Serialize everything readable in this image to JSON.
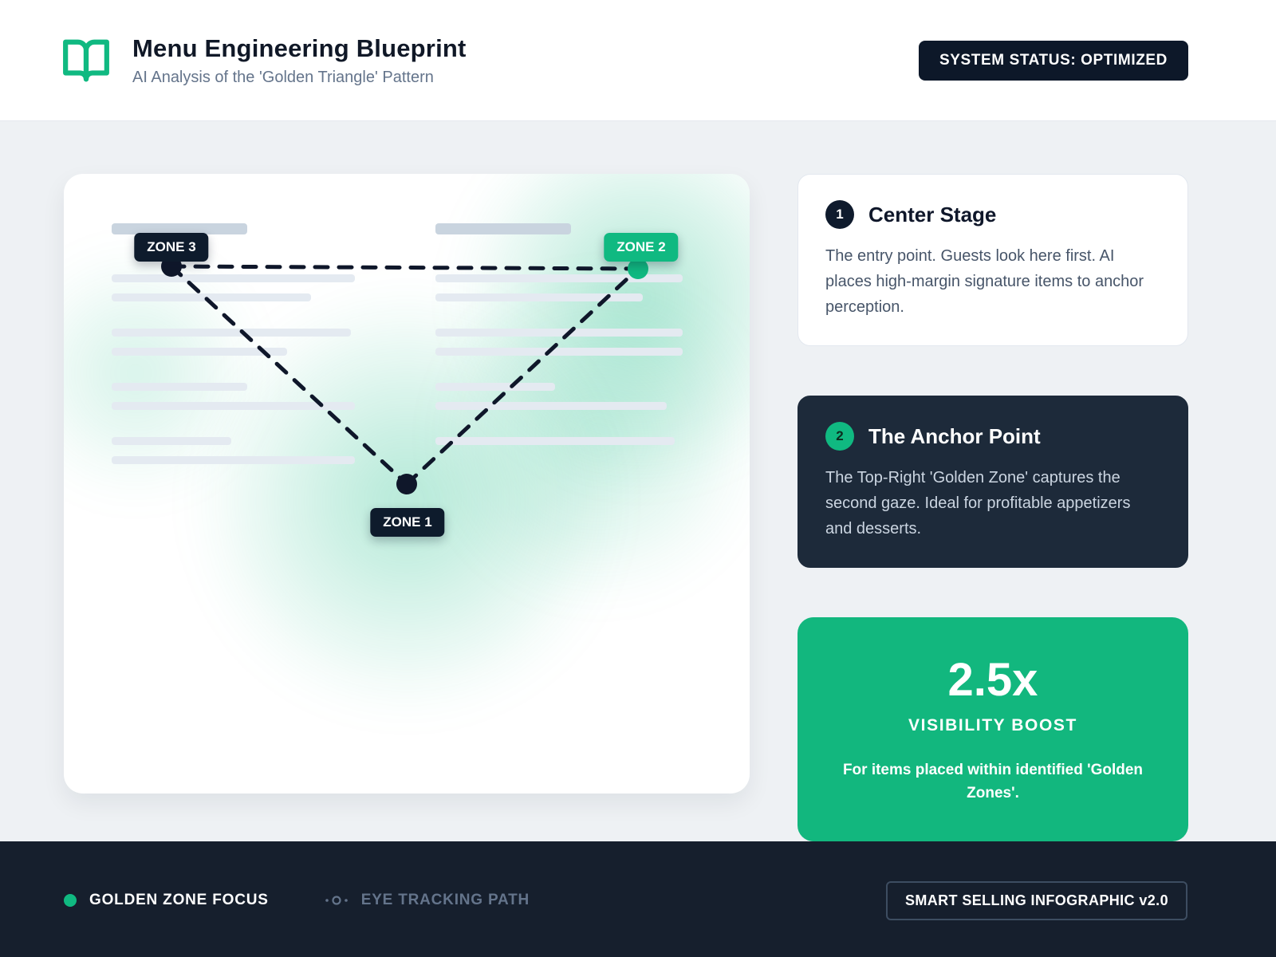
{
  "header": {
    "logo_icon": "open-book-icon",
    "title": "Menu Engineering Blueprint",
    "subtitle": "AI Analysis of the 'Golden Triangle' Pattern",
    "status_badge": "SYSTEM STATUS: OPTIMIZED"
  },
  "menu": {
    "zones": {
      "zone1": "ZONE 1",
      "zone2": "ZONE 2",
      "zone3": "ZONE 3"
    }
  },
  "cards": [
    {
      "number": "1",
      "title": "Center Stage",
      "body": "The entry point. Guests look here first. AI places high-margin signature items to anchor perception."
    },
    {
      "number": "2",
      "title": "The Anchor Point",
      "body": "The Top-Right 'Golden Zone' captures the second gaze. Ideal for profitable appetizers and desserts."
    }
  ],
  "boost": {
    "value": "2.5x",
    "label": "VISIBILITY BOOST",
    "caption": "For items placed within identified 'Golden Zones'."
  },
  "footer": {
    "legend": [
      {
        "icon": "golden-zone-dot-icon",
        "label": "GOLDEN ZONE FOCUS"
      },
      {
        "icon": "eye-tracking-path-icon",
        "label": "EYE TRACKING PATH"
      }
    ],
    "version_badge": "SMART SELLING INFOGRAPHIC v2.0"
  },
  "colors": {
    "accent_green": "#10b981",
    "navy": "#0f1b2d",
    "footer_bg": "#161f2d",
    "page_bg": "#eef1f4"
  }
}
